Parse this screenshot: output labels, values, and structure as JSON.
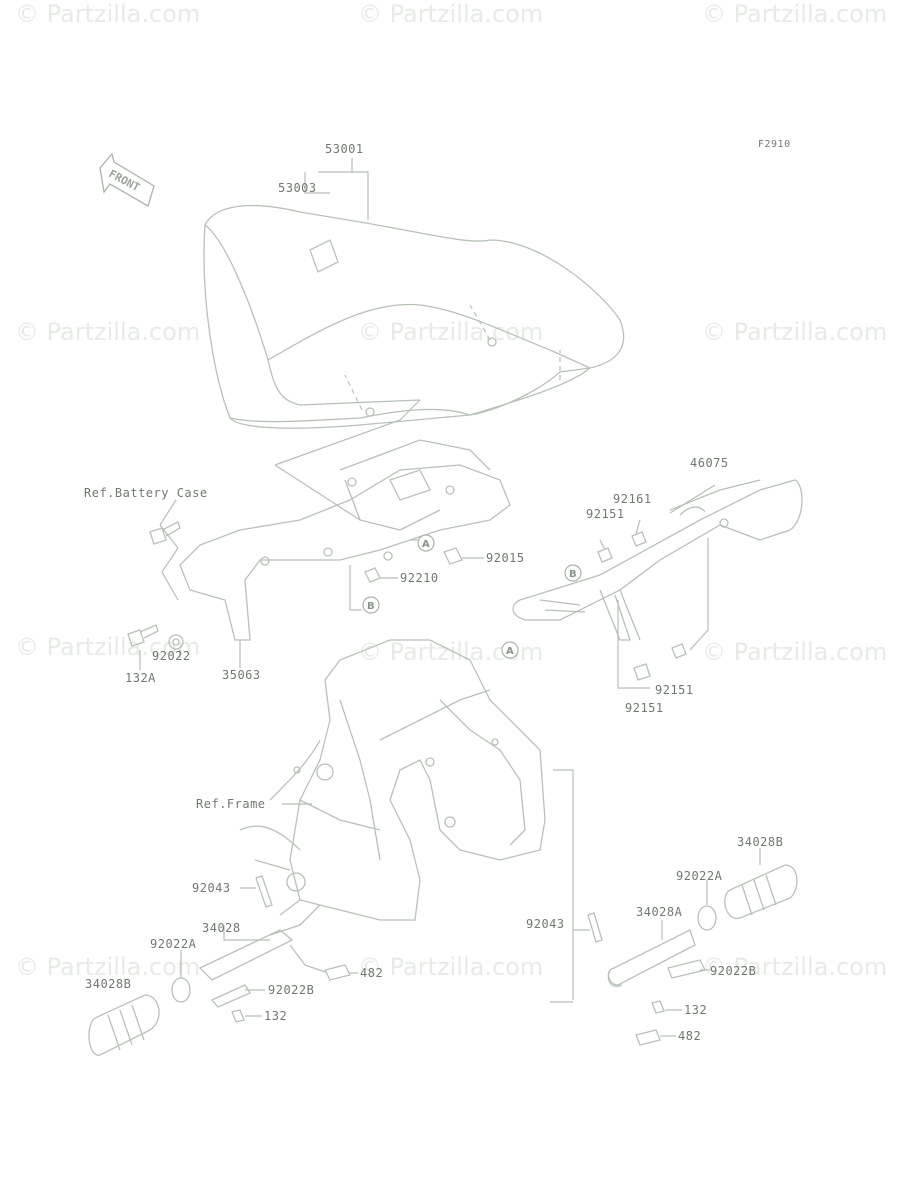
{
  "diagram": {
    "code": "F2910",
    "front_label": "FRONT",
    "watermark": "© Partzilla.com",
    "refs": {
      "battery_case": "Ref.Battery Case",
      "frame": "Ref.Frame"
    },
    "callouts": {
      "A": "A",
      "B": "B"
    },
    "parts": {
      "p53001": "53001",
      "p53003": "53003",
      "p46075": "46075",
      "p92161": "92161",
      "p92151_a": "92151",
      "p92015": "92015",
      "p92210": "92210",
      "p92022": "92022",
      "p132A": "132A",
      "p35063": "35063",
      "p92151_b": "92151",
      "p92151_c": "92151",
      "p92043_l": "92043",
      "p34028": "34028",
      "p92022A_l": "92022A",
      "p34028B_l": "34028B",
      "p92022B_l": "92022B",
      "p132_l": "132",
      "p482_l": "482",
      "p34028B_r": "34028B",
      "p92022A_r": "92022A",
      "p34028A": "34028A",
      "p92043_r": "92043",
      "p92022B_r": "92022B",
      "p132_r": "132",
      "p482_r": "482"
    }
  }
}
